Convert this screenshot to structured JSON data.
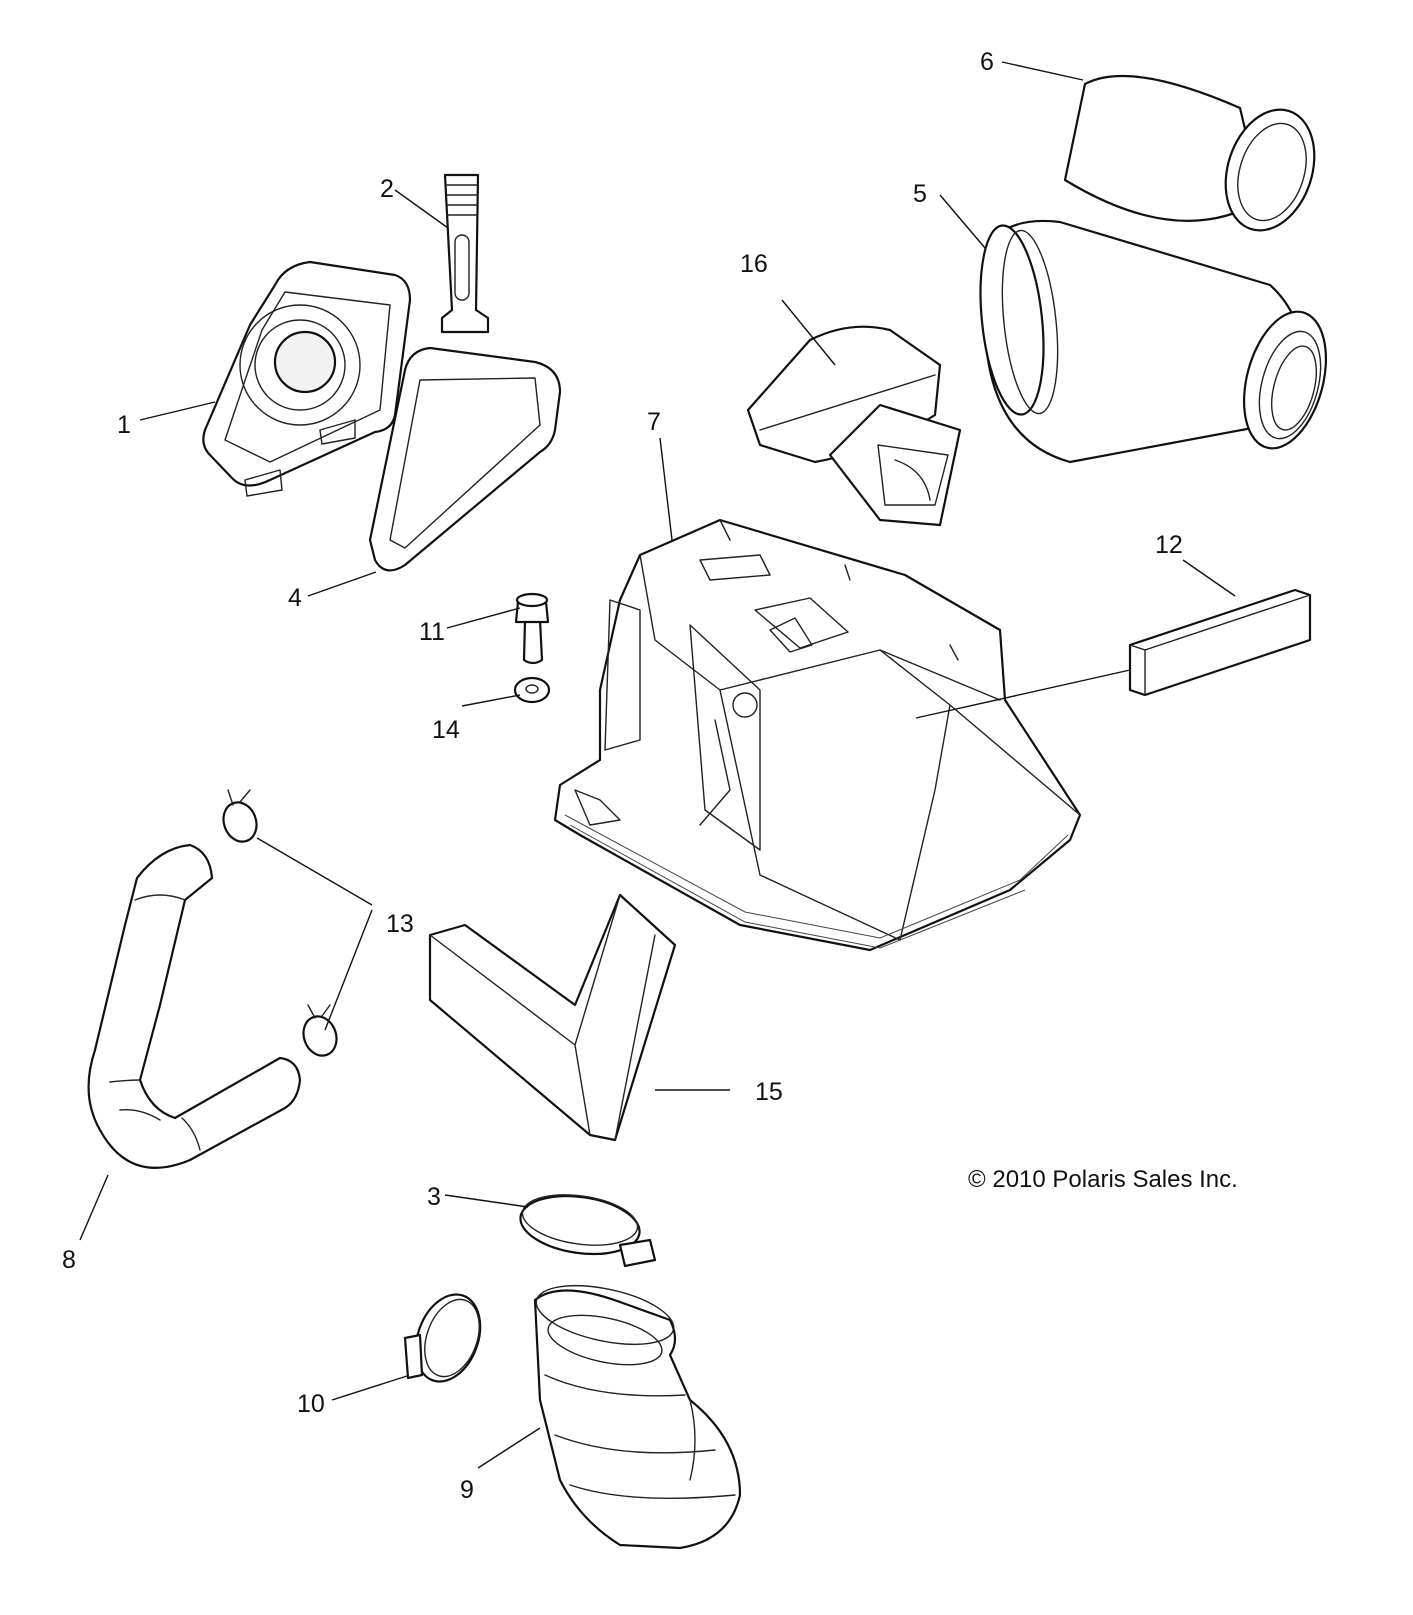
{
  "callouts": [
    {
      "id": "1",
      "label": "1"
    },
    {
      "id": "2",
      "label": "2"
    },
    {
      "id": "3",
      "label": "3"
    },
    {
      "id": "4",
      "label": "4"
    },
    {
      "id": "5",
      "label": "5"
    },
    {
      "id": "6",
      "label": "6"
    },
    {
      "id": "7",
      "label": "7"
    },
    {
      "id": "8",
      "label": "8"
    },
    {
      "id": "9",
      "label": "9"
    },
    {
      "id": "10",
      "label": "10"
    },
    {
      "id": "11",
      "label": "11"
    },
    {
      "id": "12",
      "label": "12"
    },
    {
      "id": "13",
      "label": "13"
    },
    {
      "id": "14",
      "label": "14"
    },
    {
      "id": "15",
      "label": "15"
    },
    {
      "id": "16",
      "label": "16"
    }
  ],
  "copyright": "© 2010 Polaris Sales Inc."
}
